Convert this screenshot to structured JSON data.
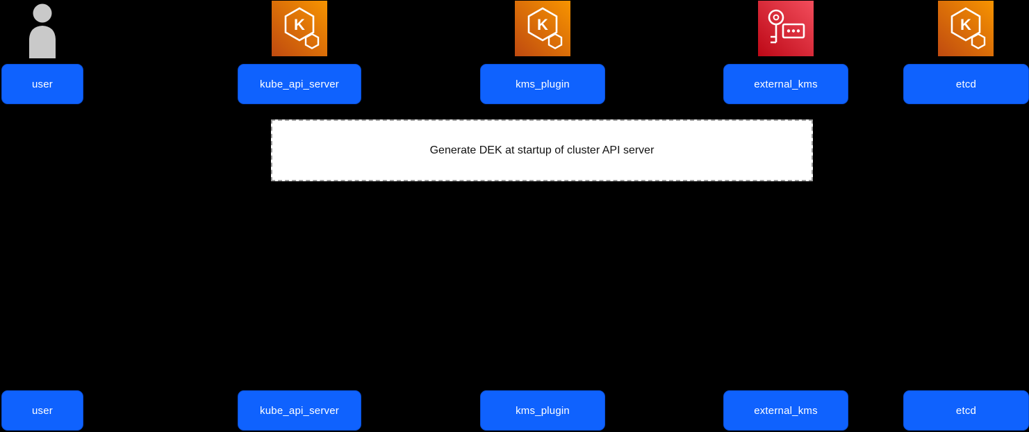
{
  "diagram": {
    "kind": "sequence-diagram",
    "background": "#000000"
  },
  "actors": [
    {
      "label": "user",
      "icon": "person-icon"
    },
    {
      "label": "kube_api_server",
      "icon": "eks-hexagon-k-icon"
    },
    {
      "label": "kms_plugin",
      "icon": "eks-hexagon-k-icon"
    },
    {
      "label": "external_kms",
      "icon": "kms-key-icon"
    },
    {
      "label": "etcd",
      "icon": "eks-hexagon-k-icon"
    }
  ],
  "note": {
    "text": "Generate DEK at startup of cluster API server"
  },
  "colors": {
    "actor_box": "#0F62FE",
    "actor_text": "#FFFFFF",
    "eks_icon_gradient": [
      "#BF4A10",
      "#F79400"
    ],
    "kms_icon_gradient": [
      "#BD0816",
      "#F24D5C"
    ],
    "person_icon": "#C9C9C9",
    "note_background": "#FFFFFF",
    "note_border": "#9E9E9E",
    "note_text": "#111111",
    "background": "#000000"
  }
}
